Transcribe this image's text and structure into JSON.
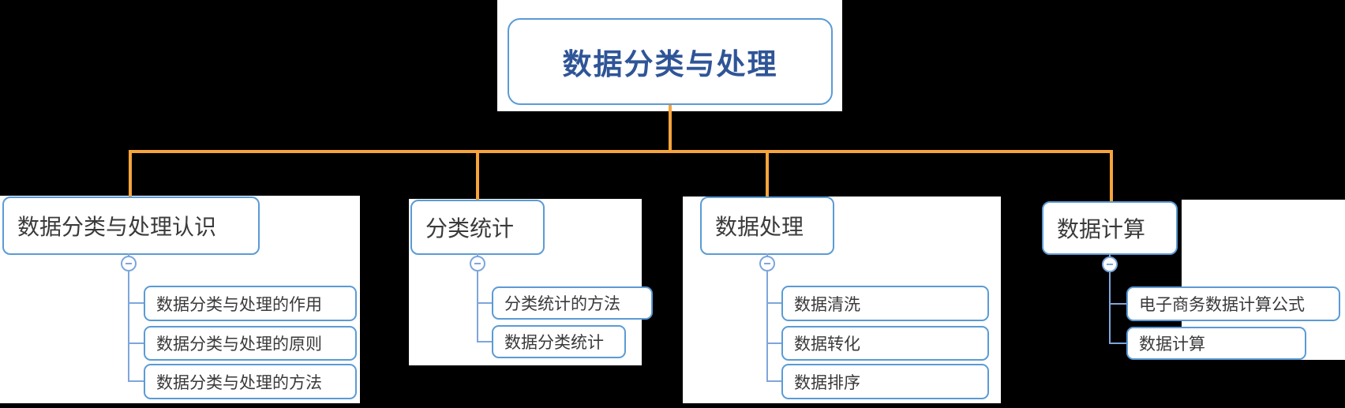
{
  "root": {
    "label": "数据分类与处理"
  },
  "branches": [
    {
      "label": "数据分类与处理认识",
      "children": [
        "数据分类与处理的作用",
        "数据分类与处理的原则",
        "数据分类与处理的方法"
      ]
    },
    {
      "label": "分类统计",
      "children": [
        "分类统计的方法",
        "数据分类统计"
      ]
    },
    {
      "label": "数据处理",
      "children": [
        "数据清洗",
        "数据转化",
        "数据排序"
      ]
    },
    {
      "label": "数据计算",
      "children": [
        "电子商务数据计算公式",
        "数据计算"
      ]
    }
  ],
  "icons": {
    "collapse": "collapse-minus-icon"
  },
  "colors": {
    "background": "#000000",
    "node_fill": "#ffffff",
    "node_border": "#5B9BD5",
    "branch_connector": "#F6A43B",
    "child_connector": "#7EA6DC",
    "root_text": "#2F5597",
    "node_text": "#3A3A3A"
  }
}
